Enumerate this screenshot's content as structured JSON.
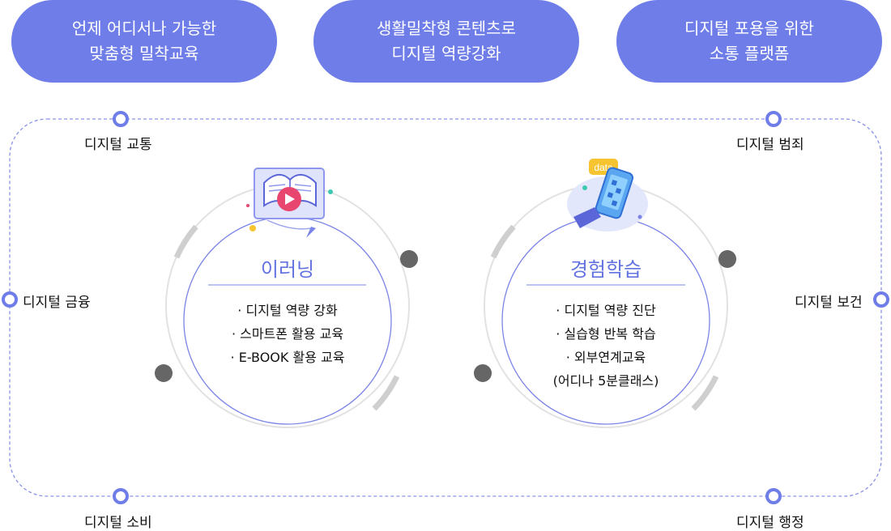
{
  "pills": [
    {
      "line1": "언제 어디서나 가능한",
      "line2": "맞춤형 밀착교육"
    },
    {
      "line1": "생활밀착형 콘텐츠로",
      "line2": "디지털 역량강화"
    },
    {
      "line1": "디지털 포용을 위한",
      "line2": "소통 플랫폼"
    }
  ],
  "nodes": {
    "traffic": "디지털 교통",
    "finance": "디지털 금융",
    "consumption": "디지털 소비",
    "crime": "디지털 범죄",
    "health": "디지털 보건",
    "administration": "디지털 행정"
  },
  "elearning": {
    "title": "이러닝",
    "items": [
      "· 디지털 역량 강화",
      "· 스마트폰 활용 교육",
      "· E-BOOK 활용 교육"
    ]
  },
  "experience": {
    "title": "경험학습",
    "items": [
      "· 디지털 역량 진단",
      "· 실습형 반복 학습",
      "· 외부연계교육",
      "(어디나 5분클래스)"
    ],
    "badge": "data"
  },
  "colors": {
    "accent": "#6f7de8",
    "title": "#6272e0",
    "ring": "#dcdcdc",
    "dot": "#6a6a6a"
  }
}
